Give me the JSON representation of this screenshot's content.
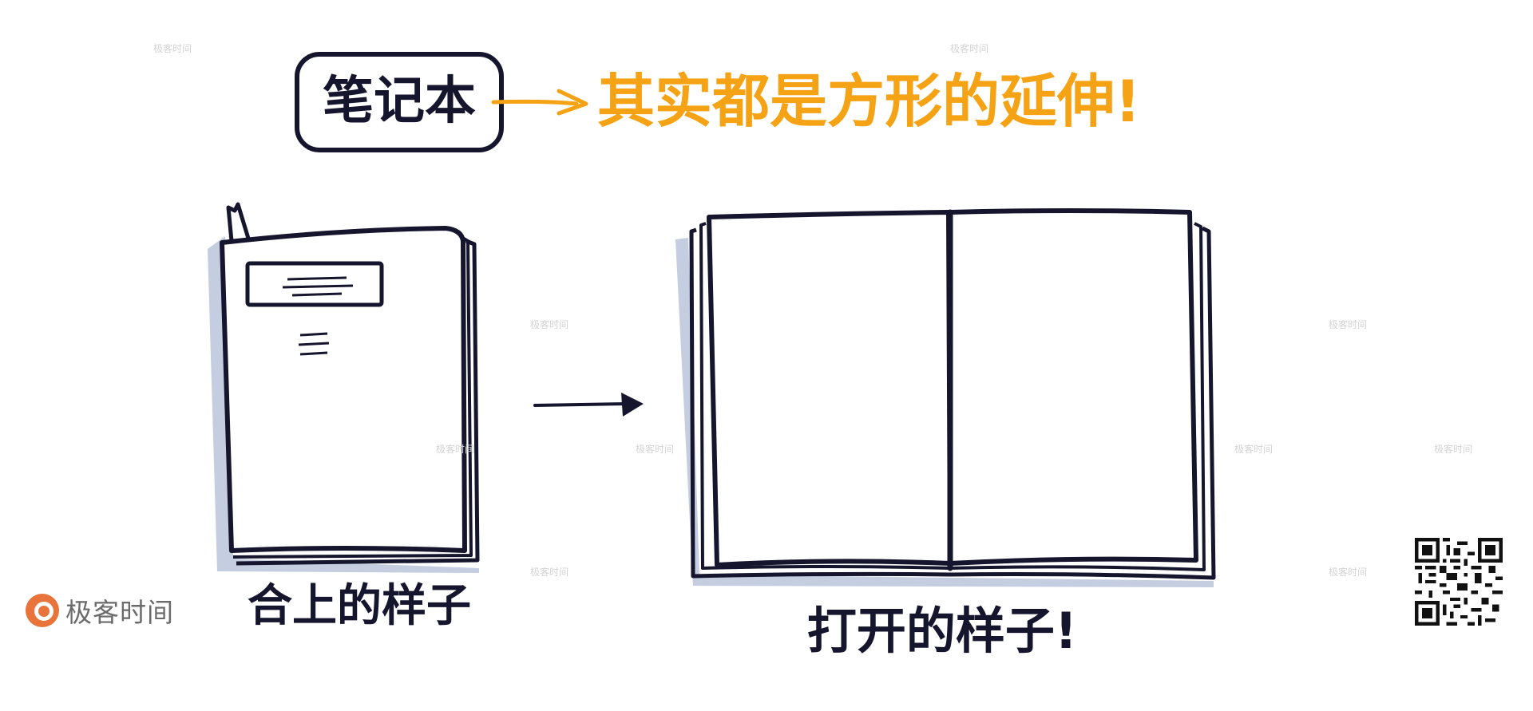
{
  "title_box": {
    "text": "笔记本"
  },
  "title_tagline": {
    "text": "其实都是方形的延伸!"
  },
  "closed_label": {
    "text": "合上的样子"
  },
  "open_label": {
    "text": "打开的样子!"
  },
  "brand": {
    "name": "极客时间"
  },
  "watermark": {
    "text": "极客时间"
  },
  "colors": {
    "ink": "#15152e",
    "accent": "#f5a315",
    "shadow": "#c5cde0",
    "brand": "#e8743b"
  }
}
